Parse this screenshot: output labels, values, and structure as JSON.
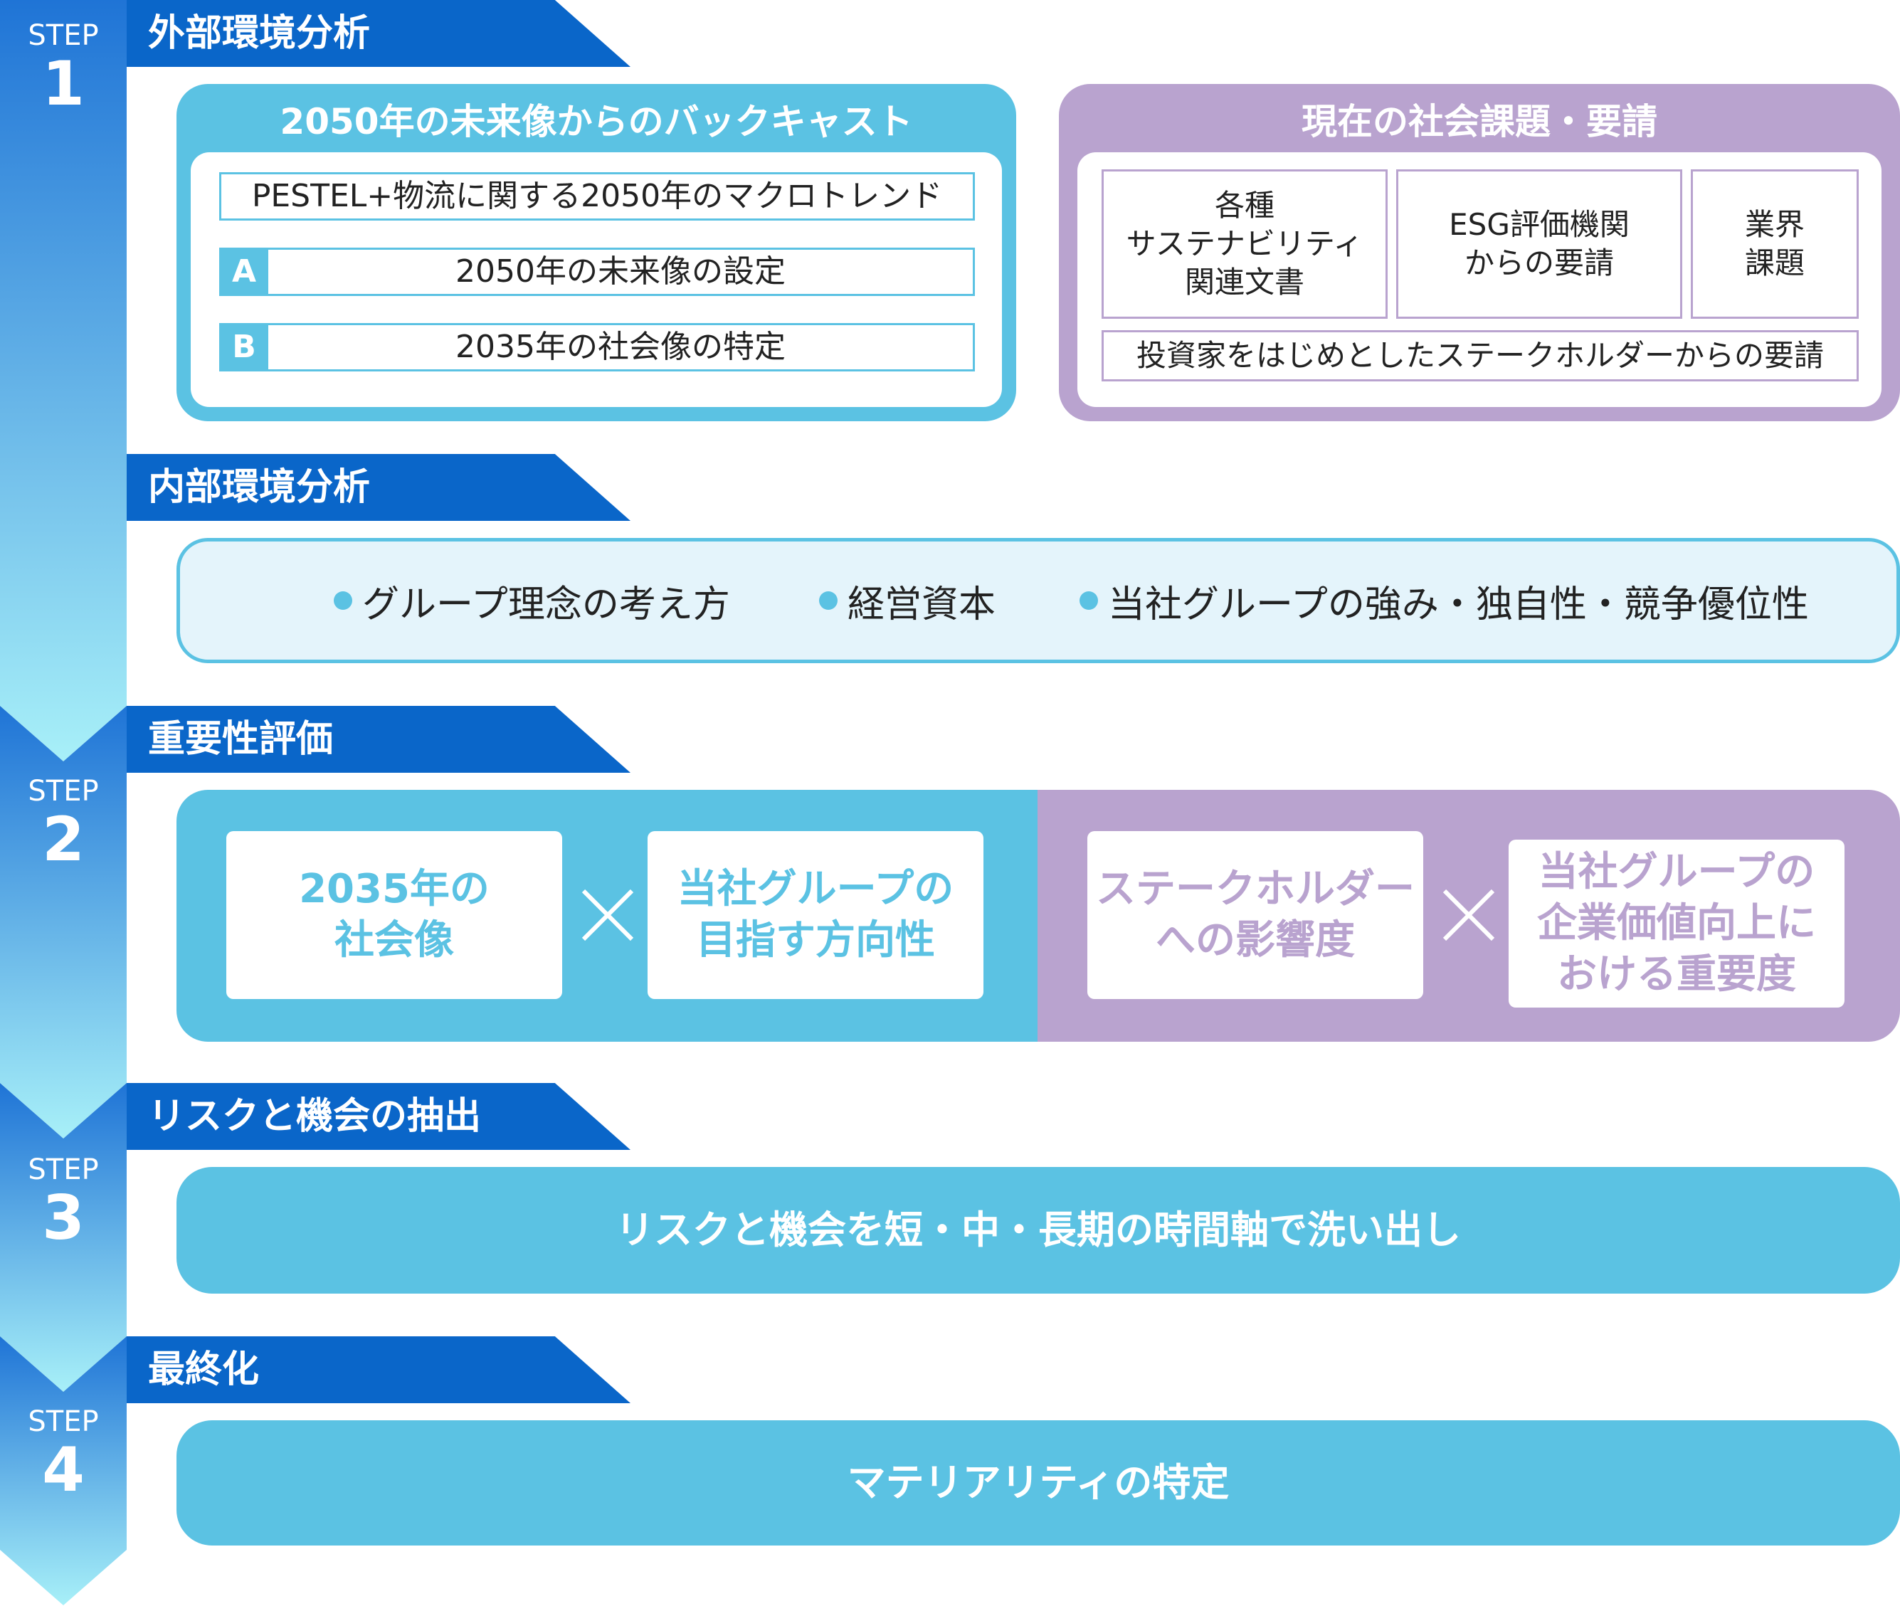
{
  "colors": {
    "blue_dark": "#0a66c9",
    "cyan": "#5bc2e3",
    "purple": "#b9a3cf",
    "light_cyan": "#e4f4fb"
  },
  "steps": [
    {
      "label": "STEP",
      "num": "1"
    },
    {
      "label": "STEP",
      "num": "2"
    },
    {
      "label": "STEP",
      "num": "3"
    },
    {
      "label": "STEP",
      "num": "4"
    }
  ],
  "sections": {
    "external": "外部環境分析",
    "internal": "内部環境分析",
    "materiality": "重要性評価",
    "risk": "リスクと機会の抽出",
    "final": "最終化"
  },
  "backcast": {
    "title": "2050年の未来像からのバックキャスト",
    "trend": "PESTEL+物流に関する2050年のマクロトレンド",
    "rows": [
      {
        "letter": "A",
        "text": "2050年の未来像の設定"
      },
      {
        "letter": "B",
        "text": "2035年の社会像の特定"
      }
    ]
  },
  "current": {
    "title": "現在の社会課題・要請",
    "boxes": [
      "各種\nサステナビリティ\n関連文書",
      "ESG評価機関\nからの要請",
      "業界\n課題"
    ],
    "stakeholder": "投資家をはじめとしたステークホルダーからの要請"
  },
  "internal_items": [
    "グループ理念の考え方",
    "経営資本",
    "当社グループの強み・独自性・競争優位性"
  ],
  "materiality_cards": {
    "left_a": "2035年の\n社会像",
    "left_b": "当社グループの\n目指す方向性",
    "right_a": "ステークホルダー\nへの影響度",
    "right_b": "当社グループの\n企業価値向上に\nおける重要度"
  },
  "risk_bar": "リスクと機会を短・中・長期の時間軸で洗い出し",
  "final_bar": "マテリアリティの特定"
}
